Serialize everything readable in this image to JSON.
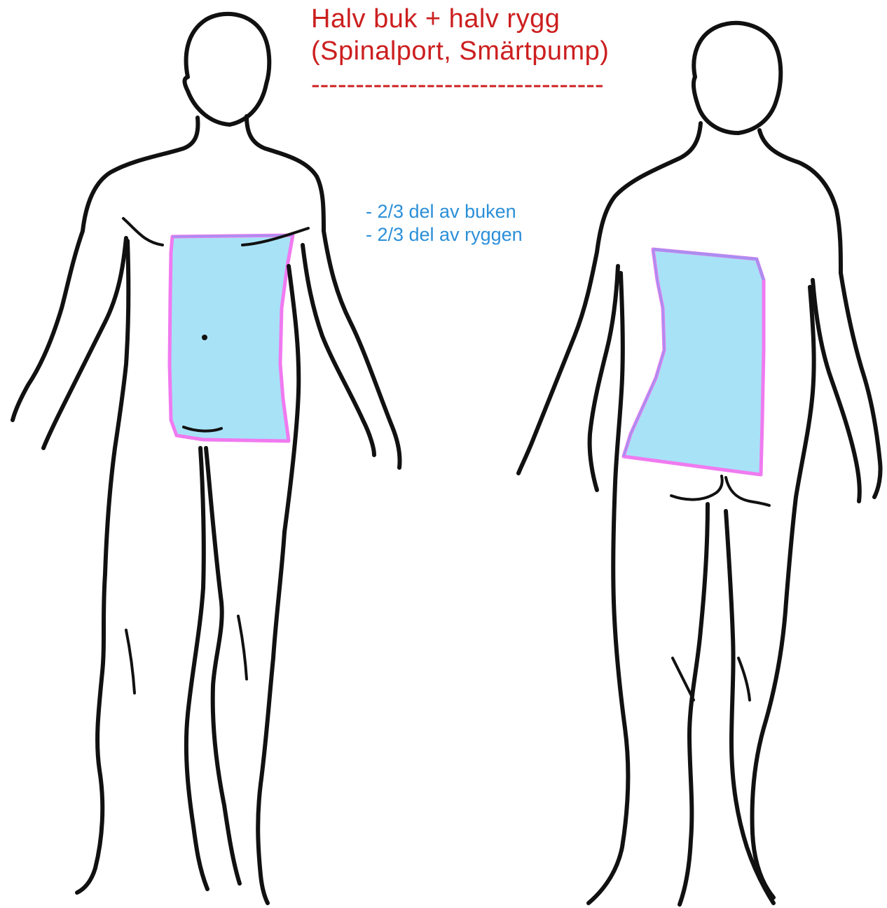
{
  "title": {
    "line1": "Halv buk + halv rygg",
    "line2": "(Spinalport, Smärtpump)",
    "divider": "---------------------------------"
  },
  "notes": [
    "- 2/3 del av buken",
    "- 2/3 del av ryggen"
  ],
  "colors": {
    "title": "#cc1f1f",
    "notes": "#2b8fd8",
    "area_fill": "#a8e2f7",
    "area_outline": "#f07af0",
    "area_outline_inner": "#a98ef0",
    "body_line": "#111111"
  },
  "figures": {
    "front": "front-body-figure",
    "back": "back-body-figure"
  }
}
